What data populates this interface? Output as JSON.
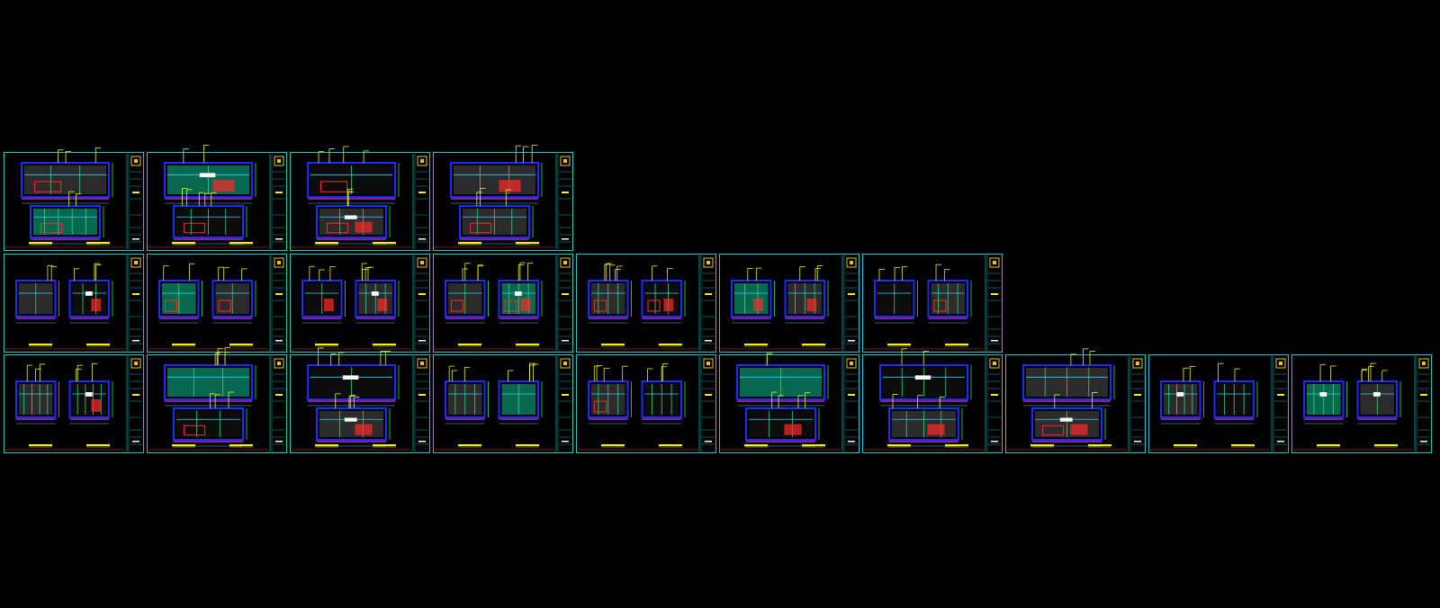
{
  "canvas": {
    "background": "#000000"
  },
  "colors": {
    "frame": "#1ec8c8",
    "inner_frame": "#15a8a8",
    "primary_line": "#2fd0ff",
    "secondary_line": "#2fd87a",
    "fill_blue": "#1a2cff",
    "fill_green": "#0a8a6a",
    "fill_gray": "#3a3a3a",
    "accent_red": "#ff2a2a",
    "accent_magenta": "#e030e0",
    "dimension": "#f2f21a",
    "text_white": "#ffffff",
    "logo": "#e8c030"
  },
  "sheets": {
    "row_count": 3,
    "sheets_per_row": [
      4,
      7,
      10
    ],
    "total": 21
  }
}
